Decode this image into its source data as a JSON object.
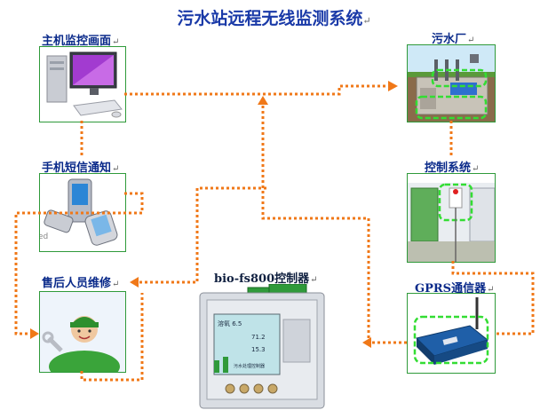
{
  "title": "污水站远程无线监测系统",
  "para_mark": "↵",
  "nodes": {
    "host_monitor": "主机监控画面",
    "sms_notify": "手机短信通知",
    "after_sales": "售后人员维修",
    "sewage_plant": "污水厂",
    "control_system": "控制系统",
    "gprs": "GPRS通信器",
    "controller": "bio-fs800控制器"
  },
  "phone_watermark": "ed",
  "controller_screen": {
    "line1": "溶氧 6.5",
    "line2": "71.2",
    "line3": "15.3",
    "line4": "污水处理控制器"
  },
  "colors": {
    "flow_line": "#f07818",
    "highlight_dash": "#33dd33",
    "frame": "#2f9a3a",
    "title": "#1a3aa8"
  }
}
